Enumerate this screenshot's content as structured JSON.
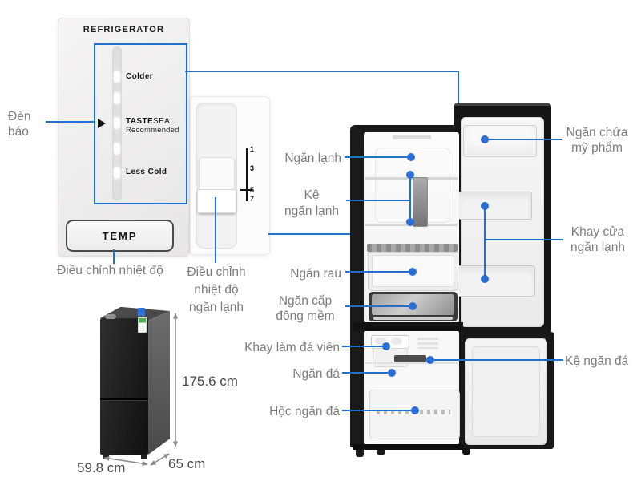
{
  "colors": {
    "accent_blue": "#2170cd",
    "dot_blue": "#2b6fd6",
    "label_gray": "#7c7c7c",
    "dimension_gray": "#4b4b4b"
  },
  "control_panel": {
    "title": "REFRIGERATOR",
    "colder": "Colder",
    "tasteseal_bold": "TASTE",
    "tasteseal_rest": "SEAL",
    "tasteseal_sub": "Recommended",
    "less_cold": "Less Cold",
    "temp_button": "TEMP"
  },
  "slider_panel": {
    "scale": [
      "1",
      "3",
      "5",
      "7"
    ]
  },
  "callouts": {
    "den_bao": {
      "lines": [
        "Đèn",
        "báo"
      ]
    },
    "dieu_chinh_nhiet_do": "Điều chỉnh nhiệt độ",
    "dieu_chinh_ngan_lanh": {
      "lines": [
        "Điều chỉnh",
        "nhiệt độ",
        "ngăn lạnh"
      ]
    },
    "ngan_lanh": "Ngăn lạnh",
    "ke_ngan_lanh": {
      "lines": [
        "Kệ",
        "ngăn lạnh"
      ]
    },
    "ngan_rau": "Ngăn rau",
    "ngan_cap_dong_mem": {
      "lines": [
        "Ngăn cấp",
        "đông mềm"
      ]
    },
    "khay_lam_da_vien": "Khay làm đá viên",
    "ngan_da": "Ngăn đá",
    "hoc_ngan_da": "Hộc ngăn đá",
    "ngan_chua_my_pham": {
      "lines": [
        "Ngăn chứa",
        "mỹ phẩm"
      ]
    },
    "khay_cua_ngan_lanh": {
      "lines": [
        "Khay cửa",
        "ngăn lạnh"
      ]
    },
    "ke_ngan_da": "Kệ ngăn đá"
  },
  "dimensions": {
    "height": "175.6 cm",
    "width": "59.8 cm",
    "depth": "65 cm"
  }
}
